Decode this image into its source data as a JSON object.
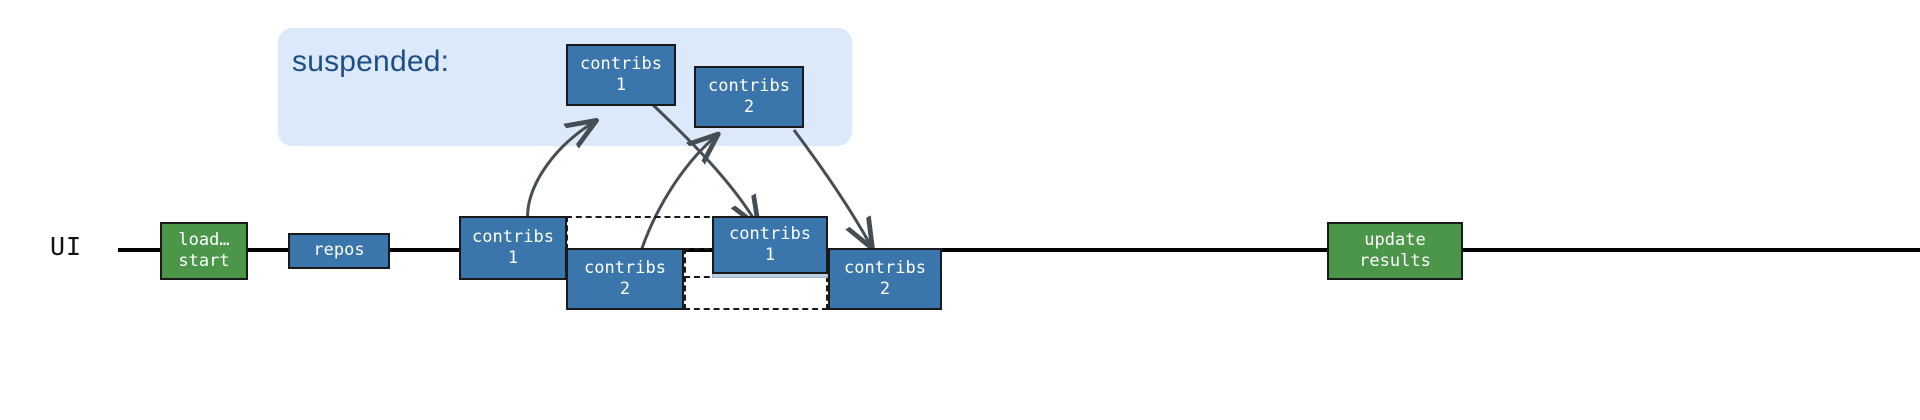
{
  "diagram": {
    "title_text": "suspended:",
    "lane": {
      "label": "UI"
    },
    "suspended_group": {
      "label": "suspended:",
      "nodes": [
        {
          "id": "sus-contribs-1",
          "line1": "contribs",
          "line2": "1",
          "color": "#3a75ab"
        },
        {
          "id": "sus-contribs-2",
          "line1": "contribs",
          "line2": "2",
          "color": "#3a75ab"
        }
      ]
    },
    "timeline": {
      "nodes": [
        {
          "id": "load-start",
          "line1": "load…",
          "line2": "start",
          "color": "#4b9648",
          "kind": "green"
        },
        {
          "id": "repos",
          "line1": "repos",
          "line2": "",
          "color": "#3a75ab",
          "kind": "blue"
        },
        {
          "id": "contribs-1-a",
          "line1": "contribs",
          "line2": "1",
          "color": "#3a75ab",
          "kind": "blue"
        },
        {
          "id": "contribs-2-a",
          "line1": "contribs",
          "line2": "2",
          "color": "#3a75ab",
          "kind": "blue"
        },
        {
          "id": "contribs-1-b",
          "line1": "contribs",
          "line2": "1",
          "color": "#3a75ab",
          "kind": "blue"
        },
        {
          "id": "contribs-1-ghost",
          "line1": "",
          "line2": "",
          "color": "#b9cfe6",
          "kind": "faded"
        },
        {
          "id": "contribs-2-b",
          "line1": "contribs",
          "line2": "2",
          "color": "#3a75ab",
          "kind": "blue"
        },
        {
          "id": "update-results",
          "line1": "update",
          "line2": "results",
          "color": "#4b9648",
          "kind": "green"
        }
      ],
      "placeholders": [
        {
          "id": "placeholder-1"
        },
        {
          "id": "placeholder-2"
        }
      ]
    },
    "colors": {
      "blue_node": "#3a75ab",
      "green_node": "#4b9648",
      "faded_node": "#b9cfe6",
      "panel_bg": "#dce9fa",
      "panel_text": "#1f4e87",
      "arrow": "#444e54",
      "axis": "#000000",
      "border": "#1a1a1a"
    },
    "arrows": [
      {
        "id": "arrow-contribs1-up",
        "from": "contribs-1-a",
        "to": "sus-contribs-1"
      },
      {
        "id": "arrow-contribs2-up",
        "from": "contribs-2-a",
        "to": "sus-contribs-2"
      },
      {
        "id": "arrow-sus1-down",
        "from": "sus-contribs-1",
        "to": "contribs-1-b"
      },
      {
        "id": "arrow-sus2-down",
        "from": "sus-contribs-2",
        "to": "contribs-2-b"
      }
    ]
  }
}
